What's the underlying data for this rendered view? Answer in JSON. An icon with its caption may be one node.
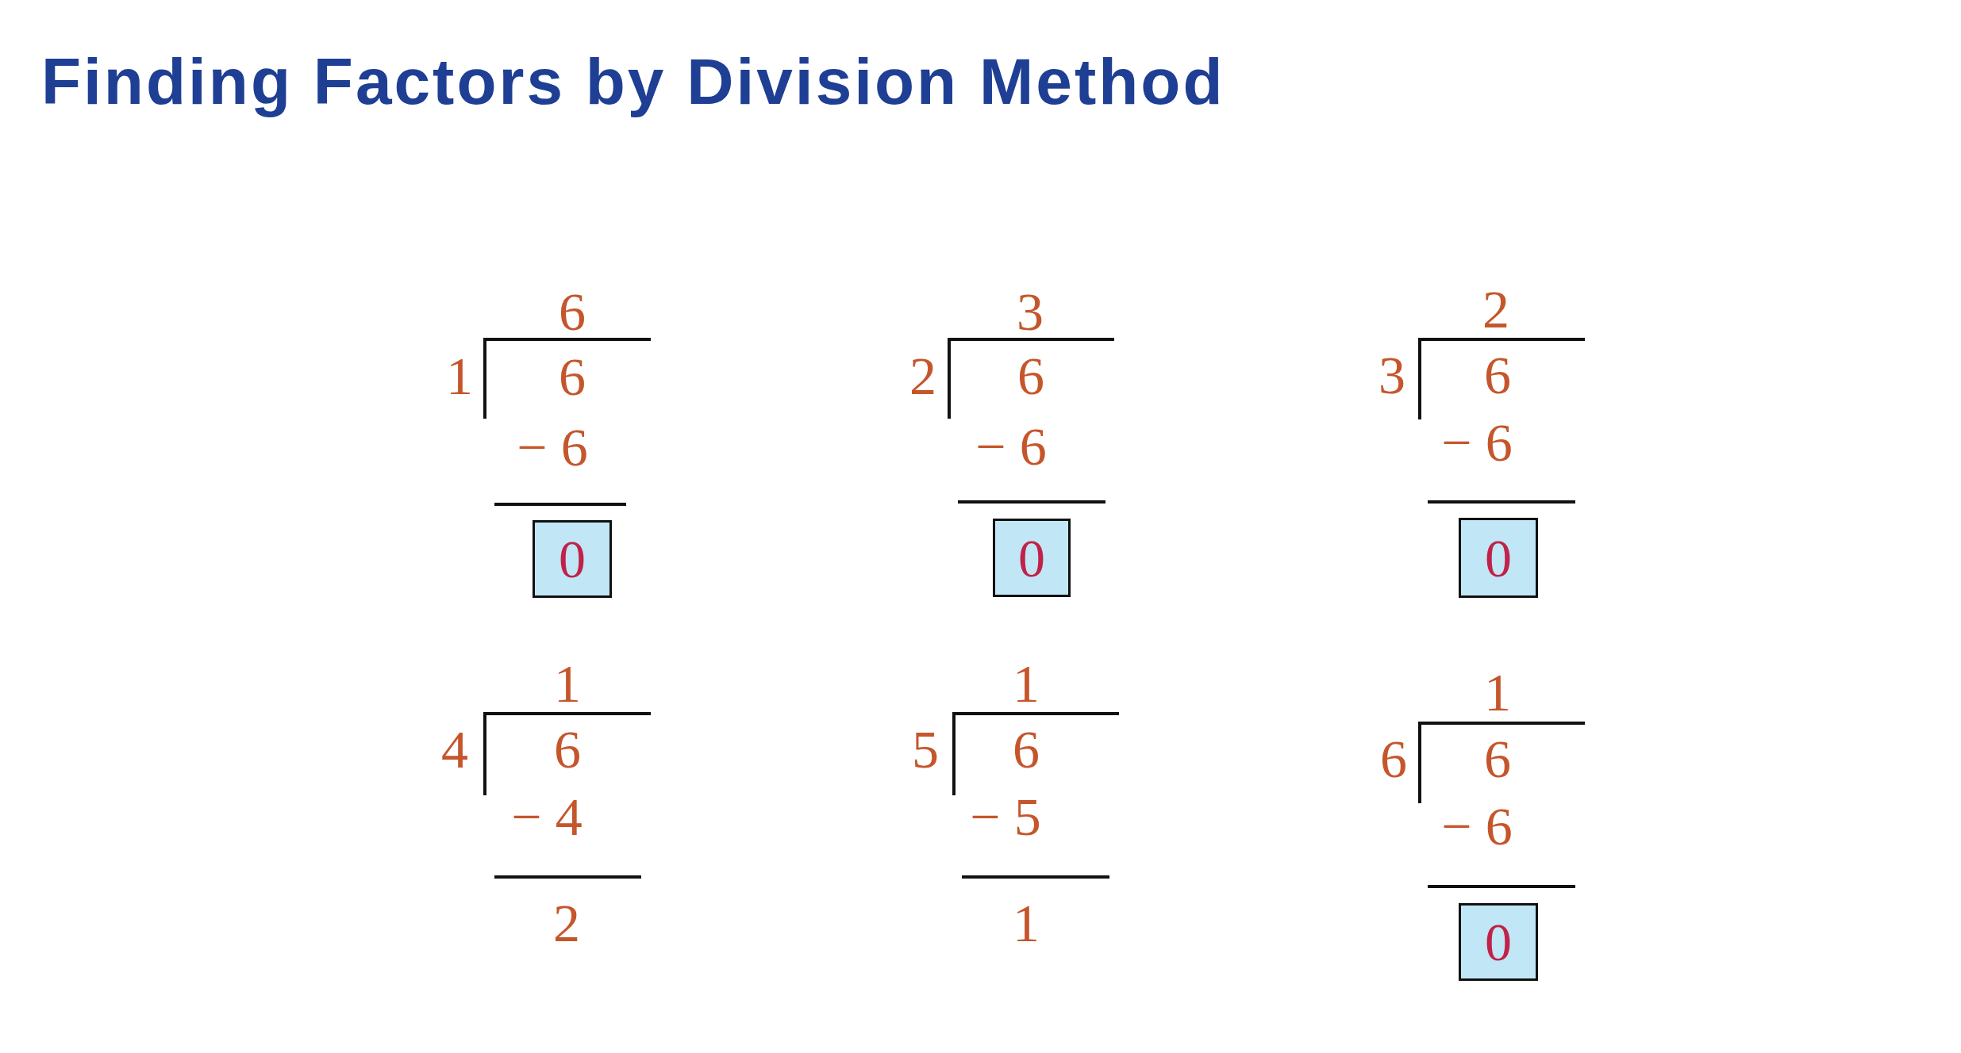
{
  "diagram": {
    "title": "Finding Factors by Division Method",
    "nodes": [
      {
        "text": [
          "0"
        ]
      },
      {
        "text": [
          "0"
        ]
      },
      {
        "text": [
          "0"
        ]
      },
      {
        "text": [
          "0"
        ]
      }
    ],
    "labels": [
      "6",
      "1",
      "6",
      "− 6",
      "3",
      "2",
      "6",
      "− 6",
      "2",
      "3",
      "6",
      "− 6",
      "1",
      "4",
      "6",
      "− 4",
      "2",
      "1",
      "5",
      "6",
      "− 5",
      "1",
      "1",
      "6",
      "6",
      "− 6"
    ]
  }
}
